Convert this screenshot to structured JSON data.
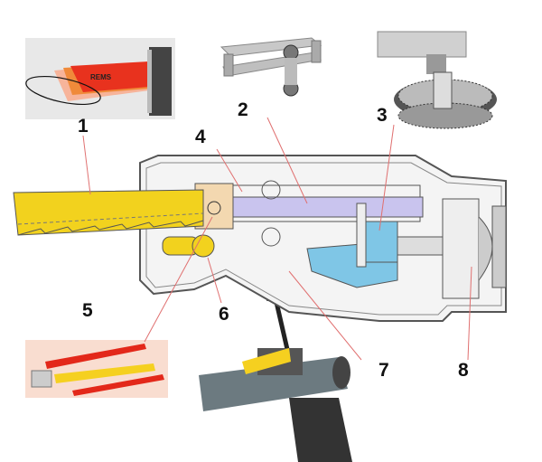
{
  "labels": [
    "1",
    "2",
    "3",
    "4",
    "5",
    "6",
    "7",
    "8"
  ],
  "logos": {
    "blade_brand": "REMS"
  },
  "colors": {
    "blade": "#f2d21e",
    "ram": "#c9c4ee",
    "gear": "#7fc6e6",
    "housing": "#555555"
  }
}
